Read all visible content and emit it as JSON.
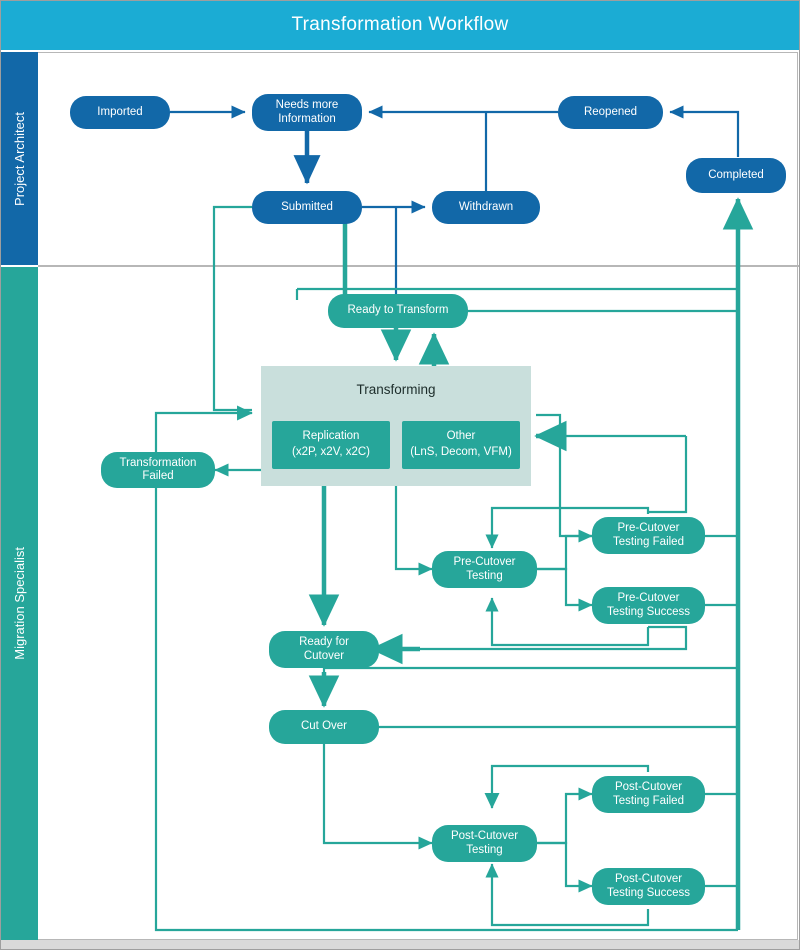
{
  "header": {
    "title": "Transformation Workflow"
  },
  "lanes": [
    {
      "id": "project-architect",
      "label": "Project Architect",
      "color": "#1268a8"
    },
    {
      "id": "migration-specialist",
      "label": "Migration Specialist",
      "color": "#26a69a"
    }
  ],
  "colors": {
    "header": "#1bacd4",
    "blue_node": "#1268a8",
    "teal_node": "#26a69a",
    "panel": "#c9dfdc",
    "blue_edge": "#1268a8",
    "teal_edge": "#26a69a",
    "divider": "#b7b7b7"
  },
  "nodes": [
    {
      "id": "imported",
      "label": "Imported",
      "lane": "project-architect",
      "type": "state",
      "color": "blue"
    },
    {
      "id": "needs-more-information",
      "label": "Needs more\nInformation",
      "lane": "project-architect",
      "type": "state",
      "color": "blue"
    },
    {
      "id": "reopened",
      "label": "Reopened",
      "lane": "project-architect",
      "type": "state",
      "color": "blue"
    },
    {
      "id": "completed",
      "label": "Completed",
      "lane": "project-architect",
      "type": "state",
      "color": "blue"
    },
    {
      "id": "submitted",
      "label": "Submitted",
      "lane": "project-architect",
      "type": "state",
      "color": "blue"
    },
    {
      "id": "withdrawn",
      "label": "Withdrawn",
      "lane": "project-architect",
      "type": "state",
      "color": "blue"
    },
    {
      "id": "ready-to-transform",
      "label": "Ready to Transform",
      "lane": "migration-specialist",
      "type": "state",
      "color": "teal"
    },
    {
      "id": "transforming",
      "label": "Transforming",
      "lane": "migration-specialist",
      "type": "group",
      "color": "panel"
    },
    {
      "id": "replication",
      "label": "Replication\n(x2P, x2V, x2C)",
      "lane": "migration-specialist",
      "type": "substate",
      "color": "teal"
    },
    {
      "id": "other",
      "label": "Other\n(LnS, Decom, VFM)",
      "lane": "migration-specialist",
      "type": "substate",
      "color": "teal"
    },
    {
      "id": "transformation-failed",
      "label": "Transformation\nFailed",
      "lane": "migration-specialist",
      "type": "state",
      "color": "teal"
    },
    {
      "id": "pre-cutover-testing",
      "label": "Pre-Cutover\nTesting",
      "lane": "migration-specialist",
      "type": "state",
      "color": "teal"
    },
    {
      "id": "pre-cutover-testing-failed",
      "label": "Pre-Cutover\nTesting Failed",
      "lane": "migration-specialist",
      "type": "state",
      "color": "teal"
    },
    {
      "id": "pre-cutover-testing-success",
      "label": "Pre-Cutover\nTesting Success",
      "lane": "migration-specialist",
      "type": "state",
      "color": "teal"
    },
    {
      "id": "ready-for-cutover",
      "label": "Ready for\nCutover",
      "lane": "migration-specialist",
      "type": "state",
      "color": "teal"
    },
    {
      "id": "cut-over",
      "label": "Cut Over",
      "lane": "migration-specialist",
      "type": "state",
      "color": "teal"
    },
    {
      "id": "post-cutover-testing",
      "label": "Post-Cutover\nTesting",
      "lane": "migration-specialist",
      "type": "state",
      "color": "teal"
    },
    {
      "id": "post-cutover-testing-failed",
      "label": "Post-Cutover\nTesting Failed",
      "lane": "migration-specialist",
      "type": "state",
      "color": "teal"
    },
    {
      "id": "post-cutover-testing-success",
      "label": "Post-Cutover\nTesting Success",
      "lane": "migration-specialist",
      "type": "state",
      "color": "teal"
    }
  ],
  "node_labels": {
    "imported": "Imported",
    "needs_more_information_line1": "Needs more",
    "needs_more_information_line2": "Information",
    "reopened": "Reopened",
    "completed": "Completed",
    "submitted": "Submitted",
    "withdrawn": "Withdrawn",
    "ready_to_transform": "Ready to Transform",
    "transforming": "Transforming",
    "replication_line1": "Replication",
    "replication_line2": "(x2P, x2V, x2C)",
    "other_line1": "Other",
    "other_line2": "(LnS, Decom, VFM)",
    "transformation_failed_line1": "Transformation",
    "transformation_failed_line2": "Failed",
    "pre_cutover_testing_line1": "Pre-Cutover",
    "pre_cutover_testing_line2": "Testing",
    "pre_cutover_testing_failed_line1": "Pre-Cutover",
    "pre_cutover_testing_failed_line2": "Testing Failed",
    "pre_cutover_testing_success_line1": "Pre-Cutover",
    "pre_cutover_testing_success_line2": "Testing Success",
    "ready_for_cutover_line1": "Ready for",
    "ready_for_cutover_line2": "Cutover",
    "cut_over": "Cut Over",
    "post_cutover_testing_line1": "Post-Cutover",
    "post_cutover_testing_line2": "Testing",
    "post_cutover_testing_failed_line1": "Post-Cutover",
    "post_cutover_testing_failed_line2": "Testing Failed",
    "post_cutover_testing_success_line1": "Post-Cutover",
    "post_cutover_testing_success_line2": "Testing Success"
  },
  "edges": [
    {
      "from": "imported",
      "to": "needs-more-information"
    },
    {
      "from": "needs-more-information",
      "to": "submitted"
    },
    {
      "from": "reopened",
      "to": "needs-more-information"
    },
    {
      "from": "completed",
      "to": "reopened"
    },
    {
      "from": "submitted",
      "to": "withdrawn"
    },
    {
      "from": "withdrawn",
      "to": "needs-more-information"
    },
    {
      "from": "submitted",
      "to": "ready-to-transform"
    },
    {
      "from": "ready-to-transform",
      "to": "transforming"
    },
    {
      "from": "transforming",
      "to": "ready-to-transform"
    },
    {
      "from": "transforming",
      "to": "transformation-failed"
    },
    {
      "from": "transformation-failed",
      "to": "transforming"
    },
    {
      "from": "transforming",
      "to": "pre-cutover-testing"
    },
    {
      "from": "transforming",
      "to": "ready-for-cutover"
    },
    {
      "from": "pre-cutover-testing",
      "to": "pre-cutover-testing-failed"
    },
    {
      "from": "pre-cutover-testing",
      "to": "pre-cutover-testing-success"
    },
    {
      "from": "pre-cutover-testing-failed",
      "to": "pre-cutover-testing"
    },
    {
      "from": "pre-cutover-testing-success",
      "to": "pre-cutover-testing"
    },
    {
      "from": "pre-cutover-testing-success",
      "to": "ready-for-cutover"
    },
    {
      "from": "ready-for-cutover",
      "to": "cut-over"
    },
    {
      "from": "cut-over",
      "to": "post-cutover-testing"
    },
    {
      "from": "post-cutover-testing",
      "to": "post-cutover-testing-failed"
    },
    {
      "from": "post-cutover-testing",
      "to": "post-cutover-testing-success"
    },
    {
      "from": "post-cutover-testing-failed",
      "to": "post-cutover-testing"
    },
    {
      "from": "post-cutover-testing-success",
      "to": "post-cutover-testing"
    },
    {
      "from": "post-cutover-testing-success",
      "to": "completed"
    },
    {
      "from": "cut-over",
      "to": "completed"
    },
    {
      "from": "ready-for-cutover",
      "to": "completed"
    },
    {
      "from": "ready-to-transform",
      "to": "completed"
    },
    {
      "from": "pre-cutover-testing-failed",
      "to": "transforming"
    },
    {
      "from": "post-cutover-testing-failed",
      "to": "ready-for-cutover"
    }
  ]
}
